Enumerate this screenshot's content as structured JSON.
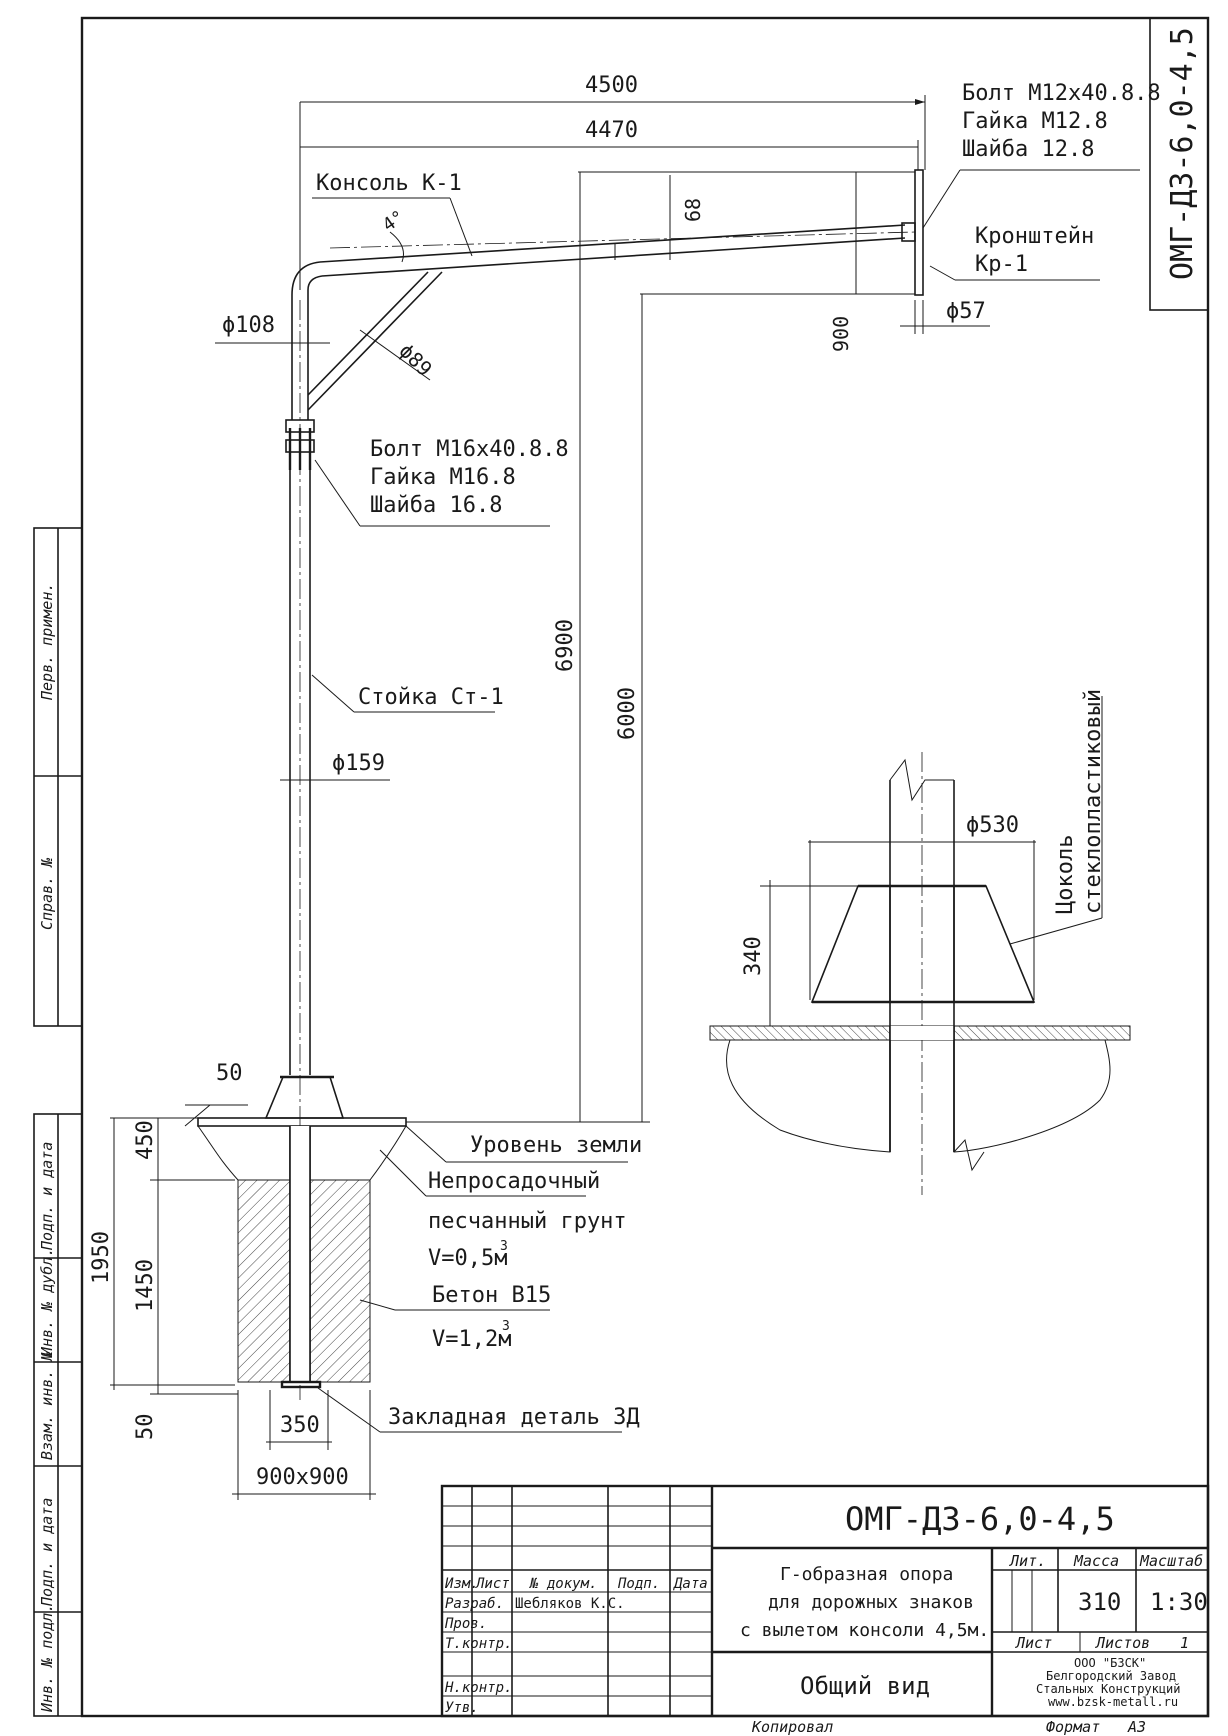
{
  "drawing": {
    "designation_side": "ОМГ-ДЗ-6,0-4,5",
    "designation": "ОМГ-ДЗ-6,0-4,5",
    "title_lines": [
      "Г-образная опора",
      "для дорожных знаков",
      "с вылетом консоли 4,5м."
    ],
    "sheet_title": "Общий вид",
    "company_lines": [
      "ООО \"БЗСК\"",
      "Белгородский Завод",
      "Стальных Конструкций",
      "www.bzsk-metall.ru"
    ]
  },
  "dimensions": {
    "d4500": "4500",
    "d4470": "4470",
    "d68": "68",
    "d900": "900",
    "d6900": "6900",
    "d6000": "6000",
    "phi108": "ϕ108",
    "phi89": "ϕ89",
    "phi57": "ϕ57",
    "phi159": "ϕ159",
    "phi530": "ϕ530",
    "d340": "340",
    "angle4": "4°",
    "d50top": "50",
    "d450": "450",
    "d1450": "1450",
    "d1950": "1950",
    "d50bottom": "50",
    "d350": "350",
    "d900x900": "900х900"
  },
  "labels": {
    "bolt_top": [
      "Болт М12х40.8.8",
      "Гайка М12.8",
      "Шайба 12.8"
    ],
    "bracket": [
      "Кронштейн",
      "Кр-1"
    ],
    "console": "Консоль К-1",
    "bolt_mid": [
      "Болт М16х40.8.8",
      "Гайка М16.8",
      "Шайба 16.8"
    ],
    "post": "Стойка Ст-1",
    "plinth": [
      "Цоколь",
      "стеклопластиковый"
    ],
    "ground": "Уровень земли",
    "soil": [
      "Непросадочный",
      "песчанный грунт"
    ],
    "soil_v": "V=0,5м",
    "concrete": "Бетон В15",
    "concrete_v": "V=1,2м",
    "embed": "Закладная деталь ЗД",
    "cube": "3"
  },
  "stamp": {
    "header": [
      "Изм.",
      "Лист",
      "№ докум.",
      "Подп.",
      "Дата"
    ],
    "rows": [
      "Разраб.",
      "Пров.",
      "Т.контр.",
      "Н.контр.",
      "Утв."
    ],
    "developer": "Шебляков К.С.",
    "lit_label": "Лит.",
    "mass_label": "Масса",
    "scale_label": "Масштаб",
    "mass": "310",
    "scale": "1:30",
    "sheet_label": "Лист",
    "sheets_label": "Листов",
    "sheets": "1",
    "copied": "Копировал",
    "format_label": "Формат",
    "format": "А3"
  },
  "side_stamp": [
    "Перв. примен.",
    "Справ. №",
    "Подп. и дата",
    "Инв. № дубл.",
    "Взам. инв. №",
    "Подп. и дата",
    "Инв. № подл."
  ]
}
